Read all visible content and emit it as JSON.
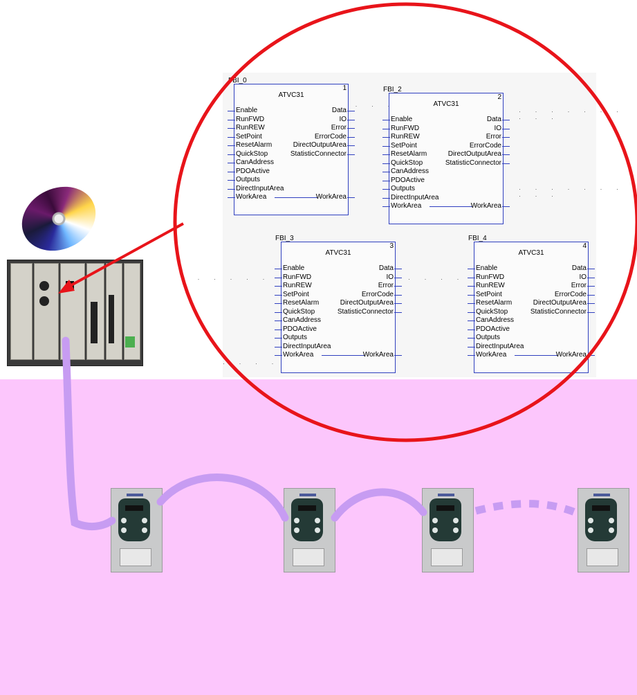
{
  "colors": {
    "pink_zone": "#fcc6fc",
    "circle": "#e8141a",
    "arrow": "#e8141a",
    "cable": "#c79cf2",
    "block_border": "#2f3fbf"
  },
  "function_blocks": [
    {
      "instance": "FBI_0",
      "type": "ATVC31",
      "index": "1",
      "inputs": [
        "Enable",
        "RunFWD",
        "RunREW",
        "SetPoint",
        "ResetAlarm",
        "QuickStop",
        "CanAddress",
        "PDOActive",
        "Outputs",
        "DirectInputArea",
        "WorkArea"
      ],
      "outputs": [
        "Data",
        "IO",
        "Error",
        "ErrorCode",
        "DirectOutputArea",
        "StatisticConnector"
      ],
      "wire_out": "WorkArea"
    },
    {
      "instance": "FBI_2",
      "type": "ATVC31",
      "index": "2",
      "inputs": [
        "Enable",
        "RunFWD",
        "RunREW",
        "SetPoint",
        "ResetAlarm",
        "QuickStop",
        "CanAddress",
        "PDOActive",
        "Outputs",
        "DirectInputArea",
        "WorkArea"
      ],
      "outputs": [
        "Data",
        "IO",
        "Error",
        "ErrorCode",
        "DirectOutputArea",
        "StatisticConnector"
      ],
      "wire_out": "WorkArea"
    },
    {
      "instance": "FBI_3",
      "type": "ATVC31",
      "index": "3",
      "inputs": [
        "Enable",
        "RunFWD",
        "RunREW",
        "SetPoint",
        "ResetAlarm",
        "QuickStop",
        "CanAddress",
        "PDOActive",
        "Outputs",
        "DirectInputArea",
        "WorkArea"
      ],
      "outputs": [
        "Data",
        "IO",
        "Error",
        "ErrorCode",
        "DirectOutputArea",
        "StatisticConnector"
      ],
      "wire_out": "WorkArea"
    },
    {
      "instance": "FBI_4",
      "type": "ATVC31",
      "index": "4",
      "inputs": [
        "Enable",
        "RunFWD",
        "RunREW",
        "SetPoint",
        "ResetAlarm",
        "QuickStop",
        "CanAddress",
        "PDOActive",
        "Outputs",
        "DirectInputArea",
        "WorkArea"
      ],
      "outputs": [
        "Data",
        "IO",
        "Error",
        "ErrorCode",
        "DirectOutputArea",
        "StatisticConnector"
      ],
      "wire_out": "WorkArea"
    }
  ],
  "icons": {
    "software_disc": "cd-disc-icon",
    "controller": "plc-rack-icon",
    "drive": "variable-speed-drive-icon"
  }
}
